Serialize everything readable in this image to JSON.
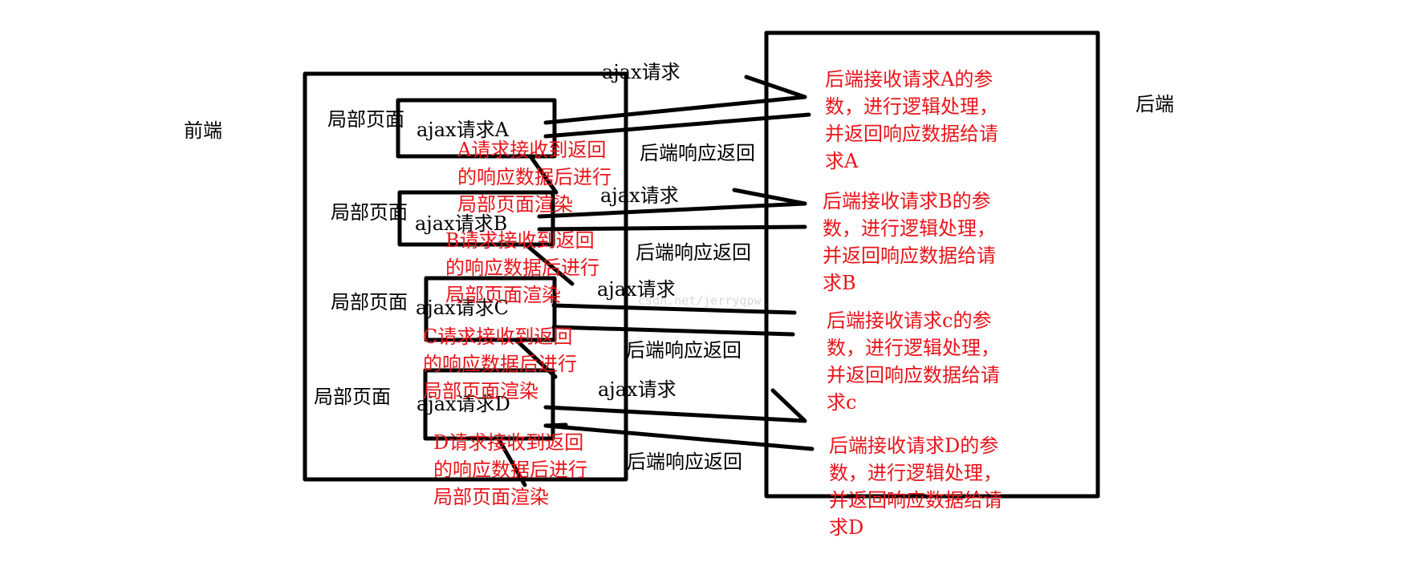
{
  "frontend_label": "前端",
  "backend_label": "后端",
  "partial_page_label": "局部页面",
  "ajax_request_label": "ajax请求",
  "backend_response_label": "后端响应返回",
  "requests": [
    {
      "box_label": "ajax请求A",
      "frontend_note": "A请求接收到返回\n的响应数据后进行\n局部页面渲染",
      "backend_note": "后端接收请求A的参\n数，进行逻辑处理，\n并返回响应数据给请\n求A"
    },
    {
      "box_label": "ajax请求B",
      "frontend_note": "B请求接收到返回\n的响应数据后进行\n局部页面渲染",
      "backend_note": "后端接收请求B的参\n数，进行逻辑处理，\n并返回响应数据给请\n求B"
    },
    {
      "box_label": "ajax请求C",
      "frontend_note": "C请求接收到返回\n的响应数据后进行\n局部页面渲染",
      "backend_note": "后端接收请求c的参\n数，进行逻辑处理，\n并返回响应数据给请\n求c"
    },
    {
      "box_label": "ajax请求D",
      "frontend_note": "D请求接收到返回\n的响应数据后进行\n局部页面渲染",
      "backend_note": "后端接收请求D的参\n数，进行逻辑处理，\n并返回响应数据给请\n求D"
    }
  ],
  "watermark": "csdn.net/jerryqpw",
  "colors": {
    "line": "#000000",
    "note": "#e8141a",
    "watermark": "#d8d8d8"
  }
}
